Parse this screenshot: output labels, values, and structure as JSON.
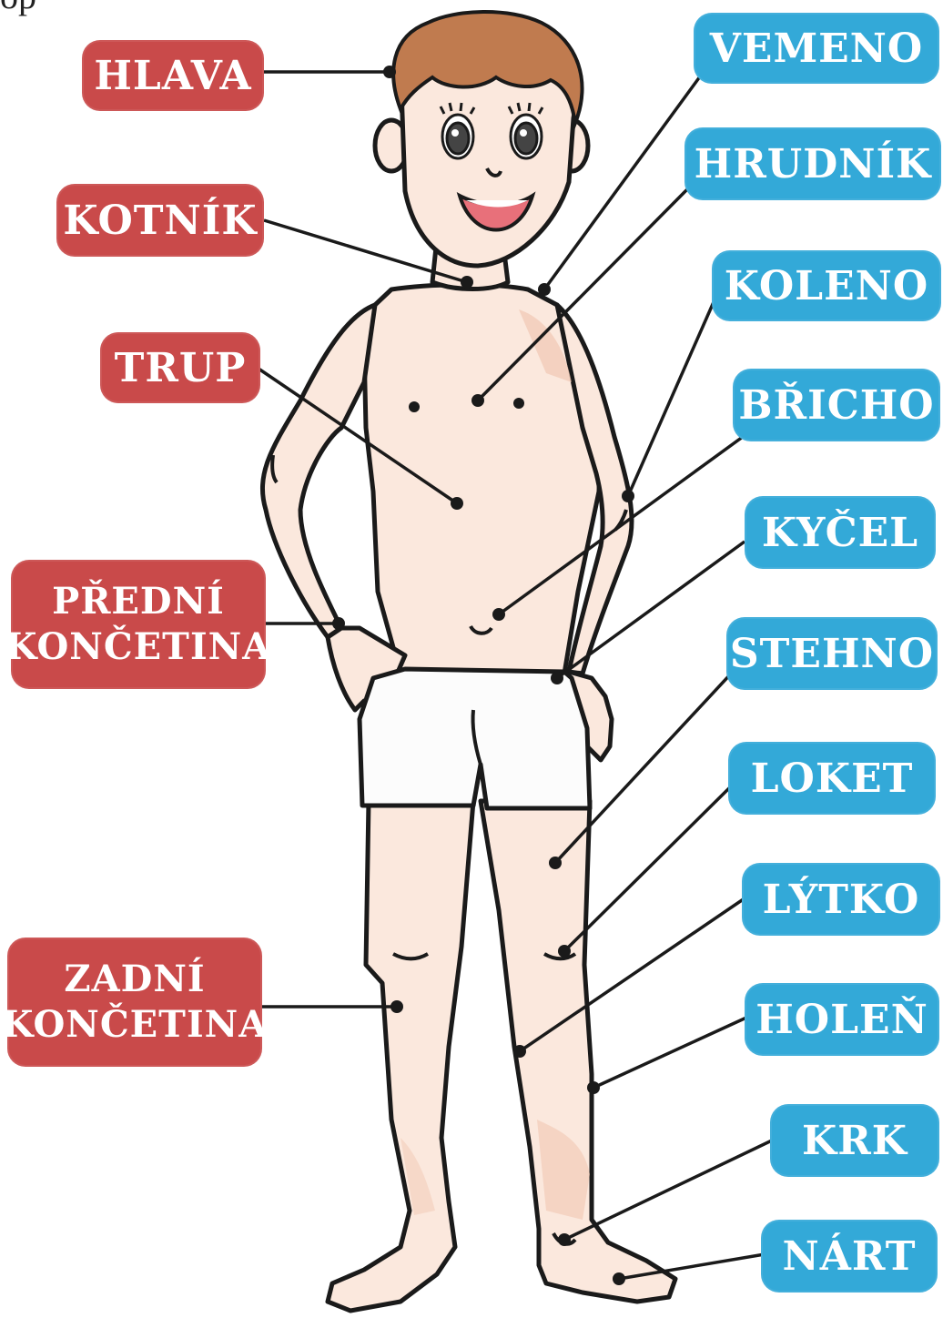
{
  "top_text": "op",
  "colors": {
    "left_label_bg": "#c94a4a",
    "right_label_bg": "#33a9d8",
    "skin": "#fbe8dd",
    "skin_shade": "#f1c7b3",
    "hair": "#c07b4f",
    "outline": "#1a1a1a",
    "shorts": "#fcfcfc"
  },
  "left_labels": [
    {
      "id": "hlava",
      "lines": [
        "HLAVA"
      ]
    },
    {
      "id": "kotnik",
      "lines": [
        "KOTNÍK"
      ]
    },
    {
      "id": "trup",
      "lines": [
        "TRUP"
      ]
    },
    {
      "id": "predni",
      "lines": [
        "PŘEDNÍ",
        "KONČETINA"
      ]
    },
    {
      "id": "zadni",
      "lines": [
        "ZADNÍ",
        "KONČETINA"
      ]
    }
  ],
  "right_labels": [
    {
      "id": "vemeno",
      "text": "VEMENO"
    },
    {
      "id": "hrudnik",
      "text": "HRUDNÍK"
    },
    {
      "id": "koleno",
      "text": "KOLENO"
    },
    {
      "id": "bricho",
      "text": "BŘICHO"
    },
    {
      "id": "kycel",
      "text": "KYČEL"
    },
    {
      "id": "stehno",
      "text": "STEHNO"
    },
    {
      "id": "loket",
      "text": "LOKET"
    },
    {
      "id": "lytko",
      "text": "LÝTKO"
    },
    {
      "id": "holen",
      "text": "HOLEŇ"
    },
    {
      "id": "krk",
      "text": "KRK"
    },
    {
      "id": "nart",
      "text": "NÁRT"
    }
  ]
}
